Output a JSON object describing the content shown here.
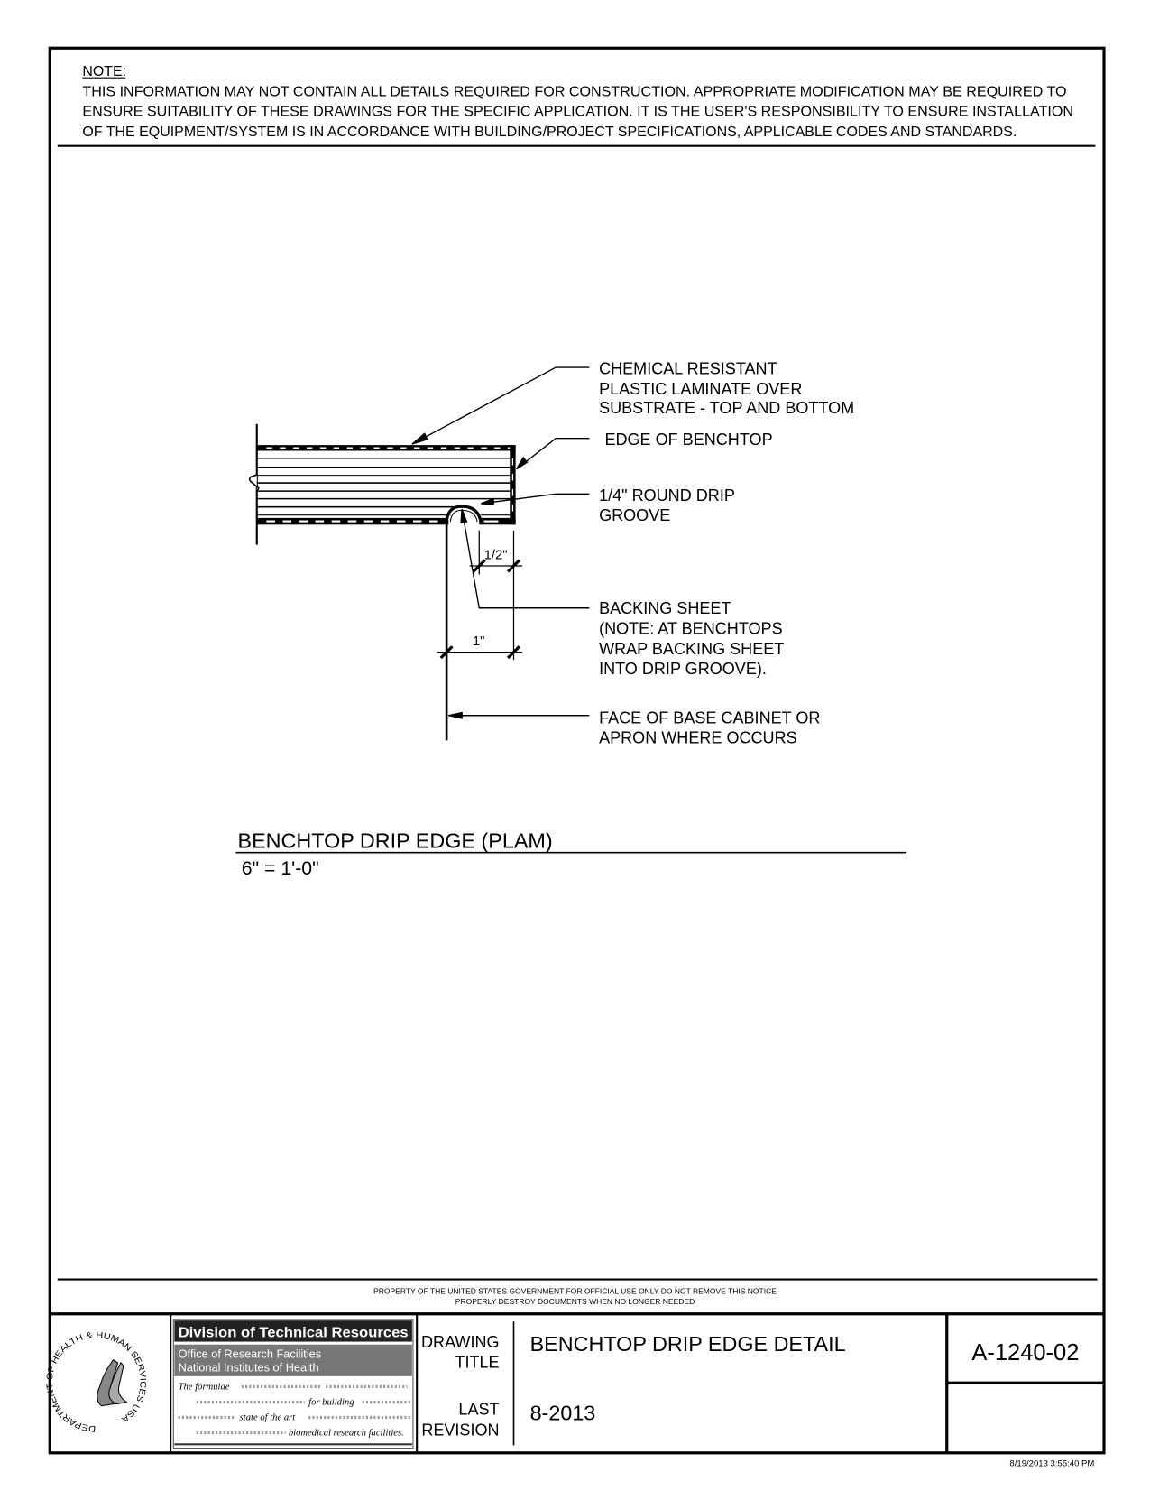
{
  "note": {
    "heading": "NOTE:",
    "lines": [
      "THIS INFORMATION MAY NOT CONTAIN ALL DETAILS REQUIRED FOR CONSTRUCTION.  APPROPRIATE MODIFICATION MAY BE REQUIRED TO",
      "ENSURE SUITABILITY OF THESE DRAWINGS FOR THE SPECIFIC APPLICATION.  IT IS THE USER'S RESPONSIBILITY TO ENSURE INSTALLATION",
      "OF THE EQUIPMENT/SYSTEM IS IN ACCORDANCE WITH BUILDING/PROJECT SPECIFICATIONS, APPLICABLE CODES AND STANDARDS."
    ]
  },
  "detail": {
    "callouts": {
      "laminate": [
        "CHEMICAL RESISTANT",
        "PLASTIC LAMINATE OVER",
        "SUBSTRATE - TOP AND BOTTOM"
      ],
      "edge": [
        "EDGE OF BENCHTOP"
      ],
      "groove": [
        "1/4\" ROUND DRIP",
        "GROOVE"
      ],
      "backing": [
        "BACKING SHEET",
        "(NOTE: AT BENCHTOPS",
        "WRAP BACKING SHEET",
        "INTO DRIP GROOVE)."
      ],
      "face": [
        "FACE OF BASE CABINET OR",
        "APRON WHERE OCCURS"
      ]
    },
    "dimensions": {
      "half": "1/2\"",
      "one": "1\""
    },
    "title": "BENCHTOP DRIP EDGE (PLAM)",
    "scale": "6\" = 1'-0\""
  },
  "footer": {
    "property_line1": "PROPERTY OF THE UNITED STATES GOVERNMENT FOR OFFICIAL USE ONLY DO NOT REMOVE THIS NOTICE",
    "property_line2": "PROPERLY DESTROY DOCUMENTS WHEN NO LONGER NEEDED",
    "logo": {
      "division": "Division of Technical Resources",
      "office": "Office of Research Facilities",
      "institute": "National Institutes of Health",
      "formula_words": [
        "The formulae",
        "for building",
        "state of the art",
        "biomedical research facilities."
      ],
      "seal_text": "DEPARTMENT OF HEALTH & HUMAN SERVICES USA"
    },
    "drawing_title_label": [
      "DRAWING",
      "TITLE"
    ],
    "drawing_title": "BENCHTOP DRIP EDGE DETAIL",
    "last_revision_label": [
      "LAST",
      "REVISION"
    ],
    "last_revision": "8-2013",
    "drawing_number": "A-1240-02",
    "timestamp": "8/19/2013 3:55:40 PM"
  }
}
